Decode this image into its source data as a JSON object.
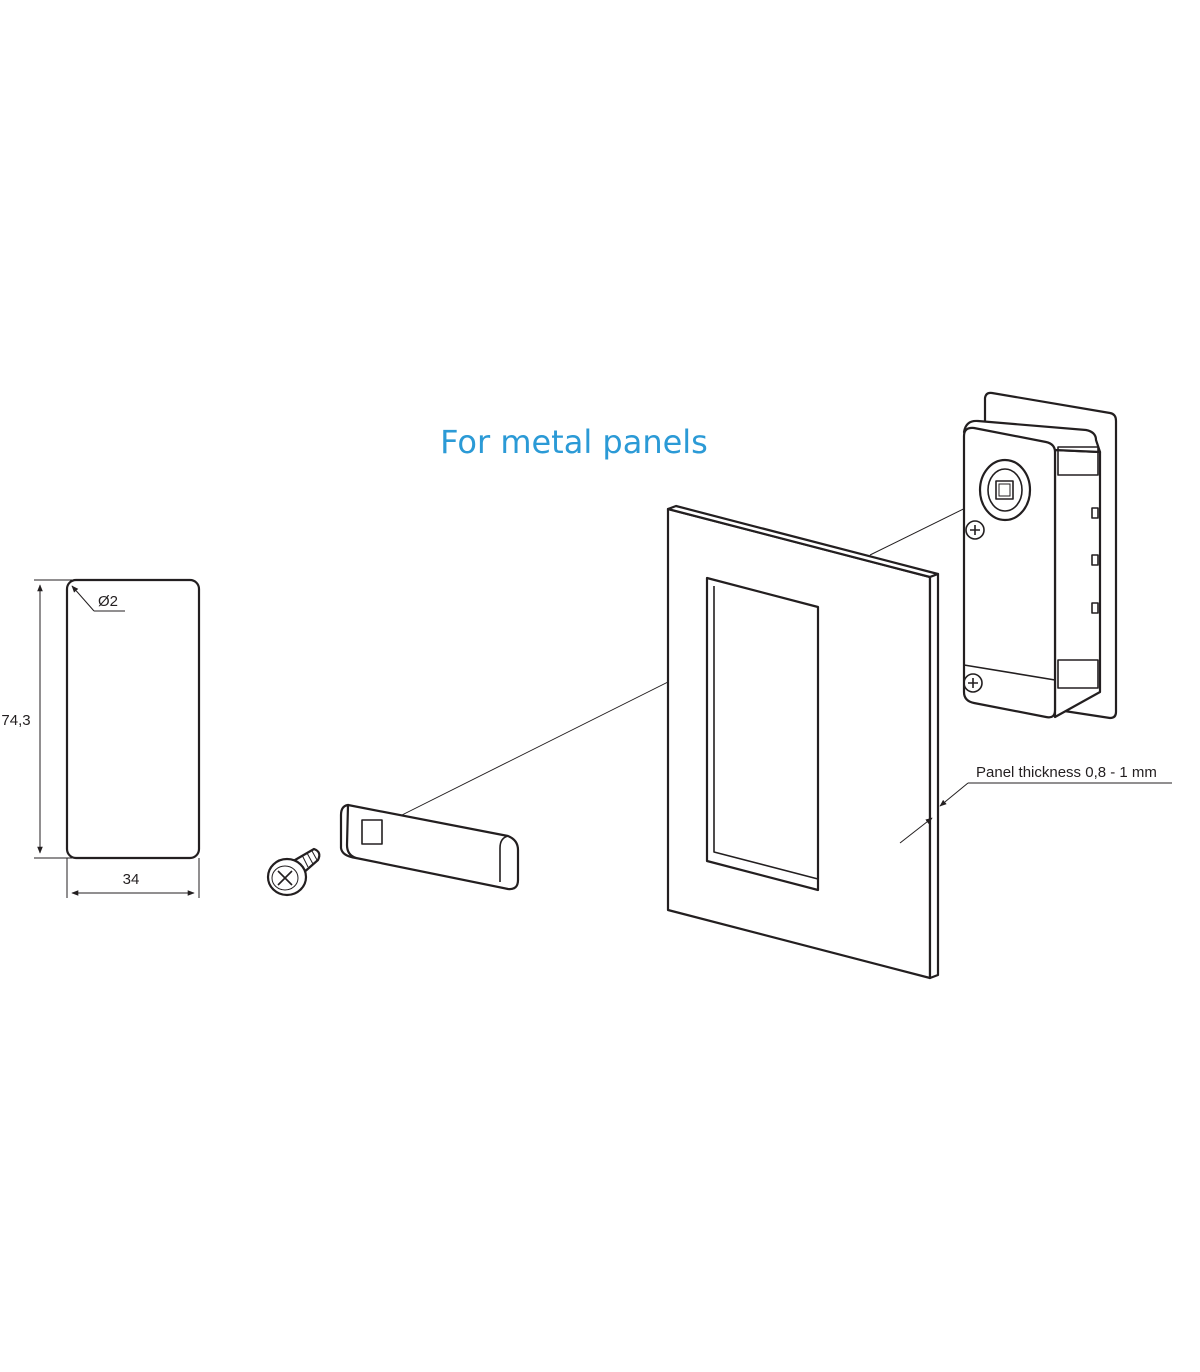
{
  "title": "For metal panels",
  "colors": {
    "title": "#2b9ad6",
    "line": "#231f20",
    "background": "#ffffff"
  },
  "cutout": {
    "height_label": "74,3",
    "width_label": "34",
    "corner_label": "Ø2"
  },
  "panel": {
    "thickness_label": "Panel thickness 0,8 - 1 mm"
  }
}
